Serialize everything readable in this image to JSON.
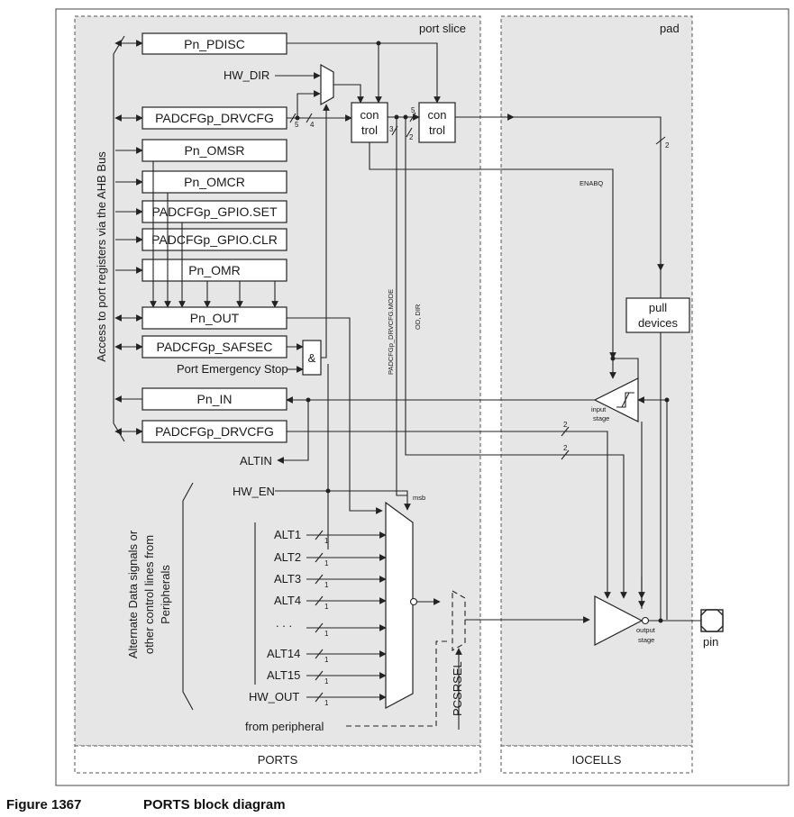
{
  "regions": {
    "port_slice": "port slice",
    "pad": "pad",
    "ports_footer": "PORTS",
    "iocells_footer": "IOCELLS"
  },
  "bus_label": "Access to port registers via the AHB Bus",
  "alt_label": [
    "Alternate Data signals or",
    "other control lines from",
    "Peripherals"
  ],
  "registers": {
    "pdisc": "Pn_PDISC",
    "drvcfg_top": "PADCFGp_DRVCFG",
    "omsr": "Pn_OMSR",
    "omcr": "Pn_OMCR",
    "gpio_set": "PADCFGp_GPIO.SET",
    "gpio_clr": "PADCFGp_GPIO.CLR",
    "omr": "Pn_OMR",
    "out": "Pn_OUT",
    "safsec": "PADCFGp_SAFSEC",
    "in": "Pn_IN",
    "drvcfg_bot": "PADCFGp_DRVCFG"
  },
  "signals": {
    "hw_dir": "HW_DIR",
    "port_emergency_stop": "Port Emergency Stop",
    "altin": "ALTIN",
    "hw_en": "HW_EN",
    "alt1": "ALT1",
    "alt2": "ALT2",
    "alt3": "ALT3",
    "alt4": "ALT4",
    "dots": ". . .",
    "alt14": "ALT14",
    "alt15": "ALT15",
    "hw_out": "HW_OUT",
    "from_peripheral": "from peripheral",
    "pcsrsel": "PCSRSEL",
    "msb": "msb",
    "enabq": "ENABQ",
    "drvcfg_mode": "PADCFGp_DRVCFG.MODE",
    "od_dir": "OD, DIR"
  },
  "blocks": {
    "and_gate": "&",
    "control1": [
      "con",
      "trol"
    ],
    "control2": [
      "con",
      "trol"
    ],
    "pull_devices": [
      "pull",
      "devices"
    ],
    "input_stage": [
      "input",
      "stage"
    ],
    "output_stage": [
      "output",
      "stage"
    ],
    "pin": "pin"
  },
  "bus_widths": {
    "w5a": "5",
    "w4": "4",
    "w3": "3",
    "w2a": "2",
    "w5b": "5",
    "w2b": "2",
    "w2c": "2",
    "w2d": "2",
    "w1": "1"
  },
  "caption": {
    "number": "Figure 1367",
    "title": "PORTS block diagram"
  }
}
